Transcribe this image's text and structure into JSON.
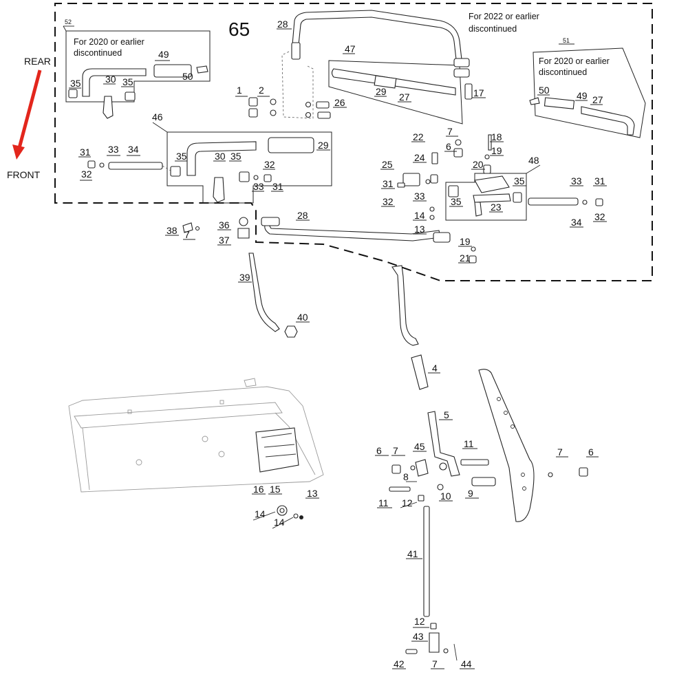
{
  "diagram": {
    "page_number": "65",
    "direction": {
      "rear": "REAR",
      "front": "FRONT",
      "arrow_color": "#e3261c"
    },
    "notes": {
      "box52": {
        "id": "52",
        "line1": "For 2020 or earlier",
        "line2": "discontinued"
      },
      "box51": {
        "id": "51",
        "line1": "For 2020 or earlier",
        "line2": "discontinued"
      },
      "top_right": {
        "line1": "For 2022 or earlier",
        "line2": "discontinued"
      }
    },
    "callouts": {
      "c28_top": "28",
      "c47": "47",
      "c1": "1",
      "c2": "2",
      "c26": "26",
      "c17": "17",
      "c29_mid": "29",
      "c27_mid": "27",
      "c52_49": "49",
      "c52_30": "30",
      "c52_35a": "35",
      "c52_35b": "35",
      "c52_50": "50",
      "c51_50": "50",
      "c51_49": "49",
      "c51_27": "27",
      "c46": "46",
      "c31_l": "31",
      "c32_l": "32",
      "c33_l": "33",
      "c34_l": "34",
      "c35_46a": "35",
      "c30_46": "30",
      "c35_46b": "35",
      "c29_46": "29",
      "c32_46": "32",
      "c33_46": "33",
      "c31_46": "31",
      "c7_a": "7",
      "c6_a": "6",
      "c18": "18",
      "c19_a": "19",
      "c20": "20",
      "c22": "22",
      "c25": "25",
      "c24": "24",
      "c31_m": "31",
      "c32_m": "32",
      "c33_m": "33",
      "c48": "48",
      "c35_48a": "35",
      "c35_48b": "35",
      "c23": "23",
      "c33_r": "33",
      "c31_r": "31",
      "c34_r": "34",
      "c32_r": "32",
      "c14_a": "14",
      "c13_a": "13",
      "c28_bot": "28",
      "c19_b": "19",
      "c21": "21",
      "c38": "38",
      "c7_b": "7",
      "c36": "36",
      "c37": "37",
      "c39": "39",
      "c40": "40",
      "c4": "4",
      "c5": "5",
      "c6_b": "6",
      "c7_c": "7",
      "c45": "45",
      "c11_a": "11",
      "c8": "8",
      "c10": "10",
      "c9": "9",
      "c11_b": "11",
      "c12_a": "12",
      "c7_d": "7",
      "c6_c": "6",
      "c16": "16",
      "c15": "15",
      "c13_b": "13",
      "c14_b": "14",
      "c14_c": "14",
      "c41": "41",
      "c12_b": "12",
      "c43": "43",
      "c42": "42",
      "c7_e": "7",
      "c44": "44"
    }
  }
}
